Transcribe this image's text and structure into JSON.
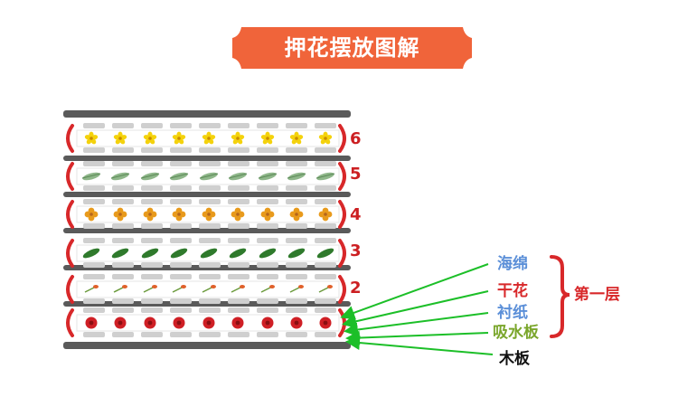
{
  "title": "押花摆放图解",
  "tiers": [
    {
      "number": "6",
      "item": "yellow-flower-icon"
    },
    {
      "number": "5",
      "item": "fern-leaf-icon"
    },
    {
      "number": "4",
      "item": "orange-flower-icon"
    },
    {
      "number": "3",
      "item": "green-leaf-icon"
    },
    {
      "number": "2",
      "item": "carrot-bud-icon"
    },
    {
      "number": "",
      "item": "red-flower-icon"
    }
  ],
  "labels": {
    "sponge": "海绵",
    "dried_flower": "干花",
    "liner_paper": "衬纸",
    "absorbent_board": "吸水板",
    "wood_board": "木板",
    "first_layer": "第一层"
  },
  "colors": {
    "banner": "#f0643a",
    "sponge_label": "#5b8fd8",
    "flower_label": "#d8282a",
    "absorbent_label": "#7aa62b",
    "bracket": "#d8282a",
    "arrow": "#1cbf28",
    "board": "#5a5a5a"
  }
}
